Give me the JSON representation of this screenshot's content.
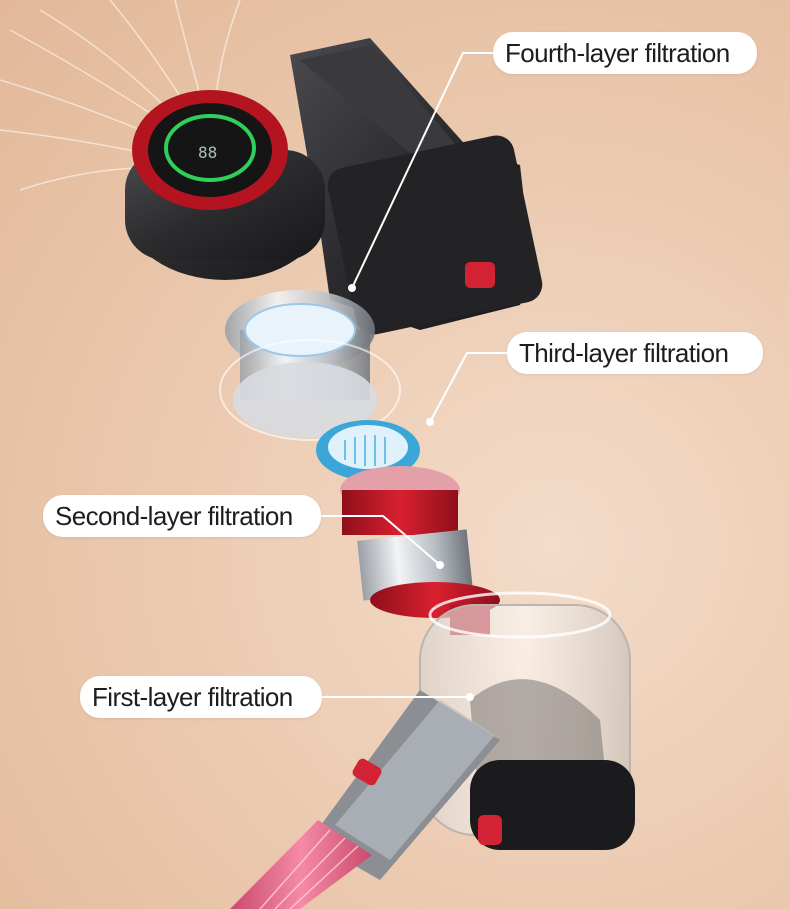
{
  "callouts": {
    "fourth": "Fourth-layer filtration",
    "third": "Third-layer filtration",
    "second": "Second-layer filtration",
    "first": "First-layer filtration"
  },
  "colors": {
    "background": "#ecccb3",
    "accent_red": "#c8192b",
    "display_green": "#2fd05a",
    "cyclone_blue": "#3aa7d8",
    "body_dark": "#2b2b2e",
    "tube_pink": "#f06a8f"
  }
}
